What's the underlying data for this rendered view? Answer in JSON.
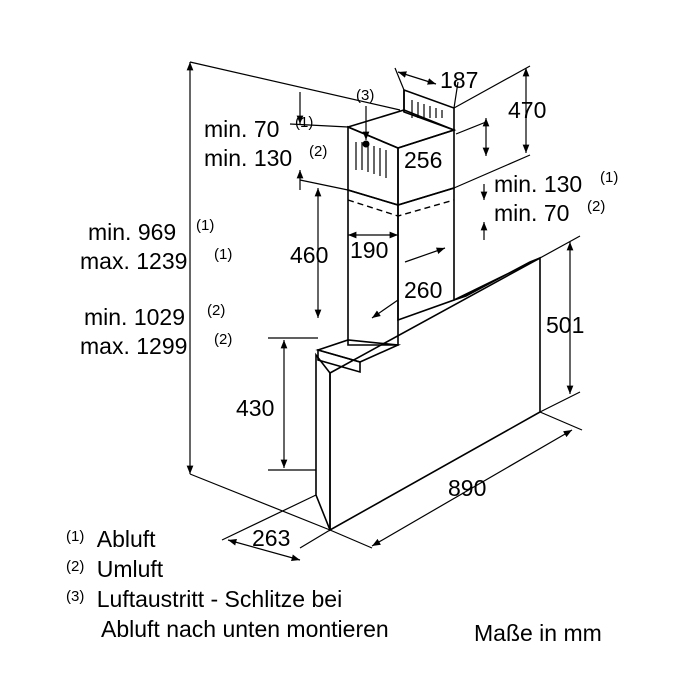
{
  "dimensions": {
    "top_depth": "187",
    "top_height": "470",
    "chimney_width": "256",
    "exhaust_min_gap": "min. 70",
    "exhaust_min_gap_note": "(1)",
    "recirc_min_gap": "min. 130",
    "recirc_min_gap_note": "(2)",
    "right_min_gap_1": "min. 130",
    "right_min_gap_1_note": "(1)",
    "right_min_gap_2": "min. 70",
    "right_min_gap_2_note": "(2)",
    "total_min_exhaust": "min. 969",
    "total_min_exhaust_note": "(1)",
    "total_max_exhaust": "max. 1239",
    "total_max_exhaust_note": "(1)",
    "total_min_recirc": "min. 1029",
    "total_min_recirc_note": "(2)",
    "total_max_recirc": "max. 1299",
    "total_max_recirc_note": "(2)",
    "chimney_lower_height": "460",
    "chimney_inner_width": "190",
    "chimney_depth": "260",
    "panel_height": "501",
    "body_height": "430",
    "width": "890",
    "body_depth": "263",
    "slot_marker": "(3)"
  },
  "legend": [
    {
      "num": "(1)",
      "text": "Abluft"
    },
    {
      "num": "(2)",
      "text": "Umluft"
    },
    {
      "num": "(3)",
      "text": "Luftaustritt - Schlitze bei"
    },
    {
      "num": "",
      "text": "Abluft nach unten montieren"
    }
  ],
  "units_note": "Maße in mm"
}
